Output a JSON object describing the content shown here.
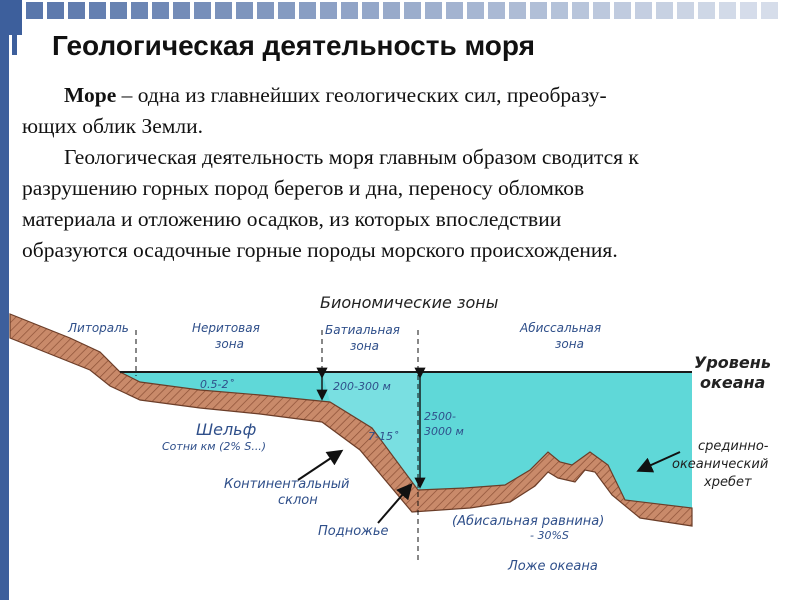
{
  "slide": {
    "title": "Геологическая деятельность моря",
    "paragraph1": {
      "lead": "Море",
      "rest_line1": " – одна из главнейших геологических сил, преобразу-",
      "line2": "ющих облик Земли."
    },
    "paragraph2": {
      "line1": "Геологическая деятельность моря главным образом сводится к",
      "line2": "разрушению горных пород берегов и дна, переносу обломков",
      "line3": "материала и отложению осадков, из которых впоследствии",
      "line4": "образуются осадочные горные породы морского происхождения."
    }
  },
  "diagram": {
    "heading": "Биономические зоны",
    "zones": {
      "littoral": "Литораль",
      "neritic_1": "Неритовая",
      "neritic_2": "зона",
      "bathyal_1": "Батиальная",
      "bathyal_2": "зона",
      "abyssal_1": "Абиссальная",
      "abyssal_2": "зона"
    },
    "sea_level_1": "Уровень",
    "sea_level_2": "океана",
    "shelf_angle": "0.5-2˚",
    "shelf_depth": "200-300 м",
    "bathyal_depth_1": "2500-",
    "bathyal_depth_2": "3000 м",
    "slope_angle": "7-15˚",
    "shelf": "Шельф",
    "shelf_width": "Сотни км (2% S...)",
    "cont_slope_1": "Континенталь­ный",
    "cont_slope_2": "склон",
    "foot": "Подножье",
    "plain": "(Абисальная равнина)",
    "plain_share": "- 30%S",
    "ridge_1": "срединно-",
    "ridge_2": "океанический",
    "ridge_3": "хребет",
    "floor": "Ложе океана",
    "colors": {
      "water": "#5fd8d8",
      "rock": "#c98a6a",
      "slide_bar": "#3d5f9c"
    }
  }
}
